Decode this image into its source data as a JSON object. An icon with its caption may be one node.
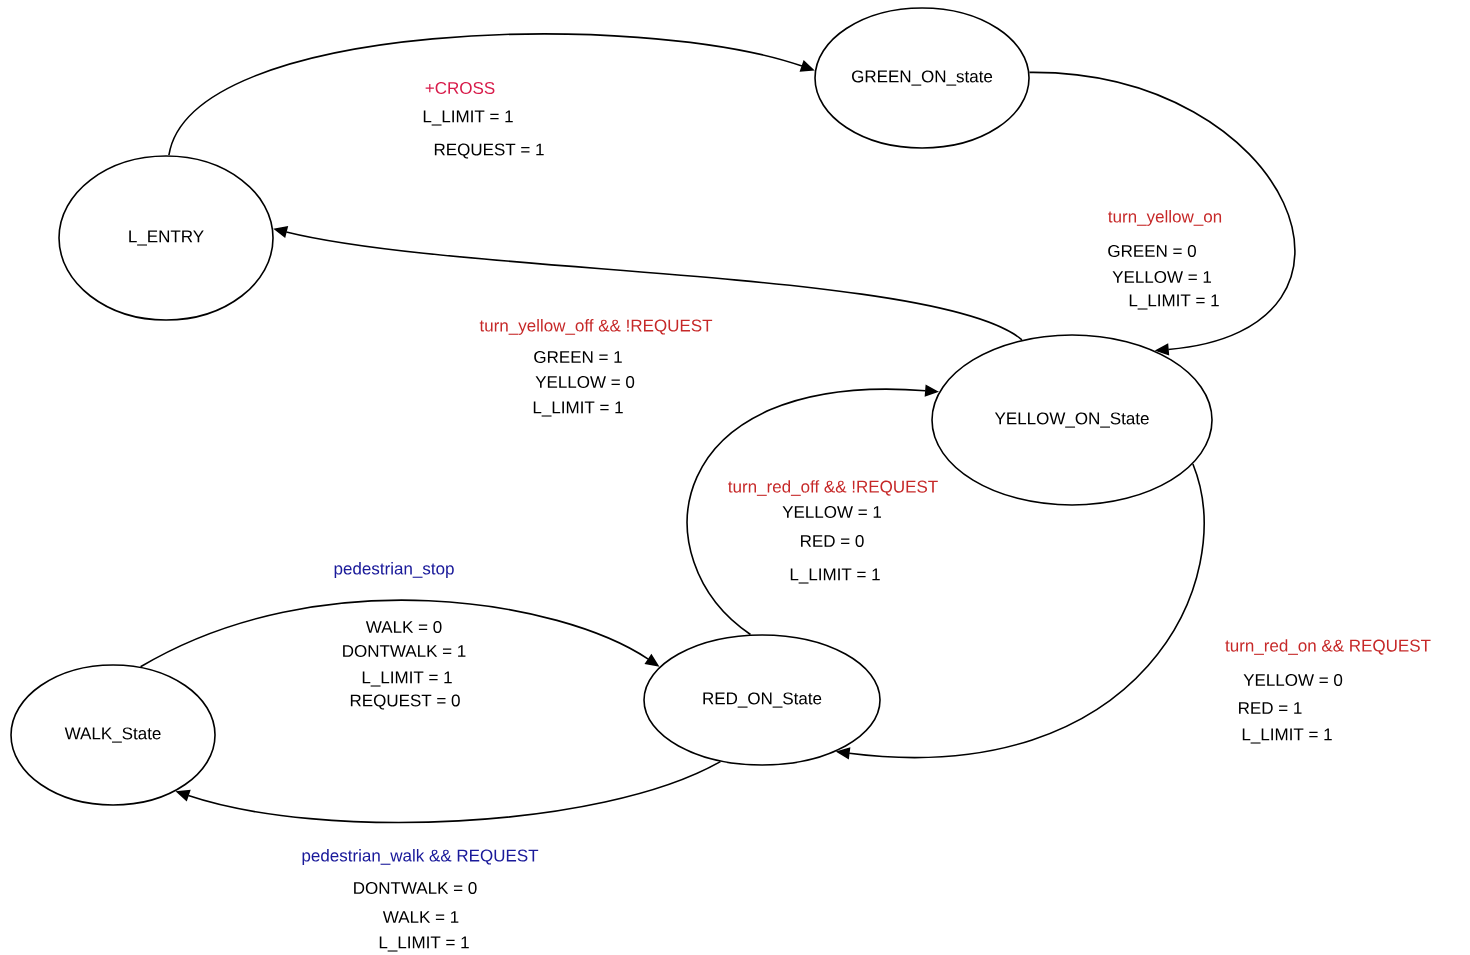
{
  "diagram": {
    "nodes": [
      {
        "text": [
          "L_ENTRY"
        ]
      },
      {
        "text": [
          "GREEN_ON_state"
        ]
      },
      {
        "text": [
          "YELLOW_ON_State"
        ]
      },
      {
        "text": [
          "RED_ON_State"
        ]
      },
      {
        "text": [
          "WALK_State"
        ]
      }
    ],
    "edges": [
      {
        "from": 0,
        "to": 1,
        "arrow": "to",
        "label": "+CROSS"
      },
      {
        "from": 1,
        "to": 2,
        "arrow": "to",
        "label": "turn_yellow_on"
      },
      {
        "from": 2,
        "to": 0,
        "arrow": "to",
        "label": "turn_yellow_off && !REQUEST"
      },
      {
        "from": 3,
        "to": 2,
        "arrow": "to",
        "label": "turn_red_off && !REQUEST"
      },
      {
        "from": 2,
        "to": 3,
        "arrow": "to",
        "label": "turn_red_on && REQUEST"
      },
      {
        "from": 4,
        "to": 3,
        "arrow": "to",
        "label": "pedestrian_stop"
      },
      {
        "from": 3,
        "to": 4,
        "arrow": "to",
        "label": "pedestrian_walk && REQUEST"
      }
    ],
    "labels": [
      "L_LIMIT = 1",
      "REQUEST = 1",
      "GREEN = 0",
      "YELLOW = 1",
      "L_LIMIT = 1",
      "GREEN = 1",
      "YELLOW = 0",
      "L_LIMIT = 1",
      "YELLOW = 1",
      "RED = 0",
      "L_LIMIT = 1",
      "WALK = 0",
      "DONTWALK = 1",
      "L_LIMIT = 1",
      "REQUEST = 0",
      "YELLOW = 0",
      "RED = 1",
      "L_LIMIT = 1",
      "DONTWALK = 0",
      "WALK = 1",
      "L_LIMIT = 1"
    ]
  }
}
